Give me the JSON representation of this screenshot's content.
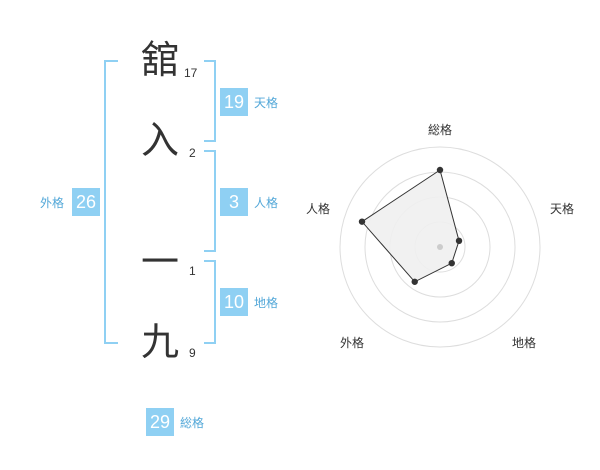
{
  "name": {
    "characters": [
      {
        "char": "舘",
        "strokes": "17"
      },
      {
        "char": "入",
        "strokes": "2"
      },
      {
        "char": "一",
        "strokes": "1"
      },
      {
        "char": "九",
        "strokes": "9"
      }
    ]
  },
  "fortunes": {
    "tenkaku": {
      "value": "19",
      "label": "天格"
    },
    "jinkaku": {
      "value": "3",
      "label": "人格"
    },
    "chikaku": {
      "value": "10",
      "label": "地格"
    },
    "gaikaku": {
      "value": "26",
      "label": "外格"
    },
    "soukaku": {
      "value": "29",
      "label": "総格"
    }
  },
  "radar": {
    "axes": [
      "総格",
      "天格",
      "地格",
      "外格",
      "人格"
    ],
    "values": [
      0.77,
      0.2,
      0.2,
      0.43,
      0.82
    ],
    "fill_color": "#f0f0f0",
    "line_color": "#333333",
    "ring_color": "#dddddd",
    "center_color": "#cccccc"
  }
}
